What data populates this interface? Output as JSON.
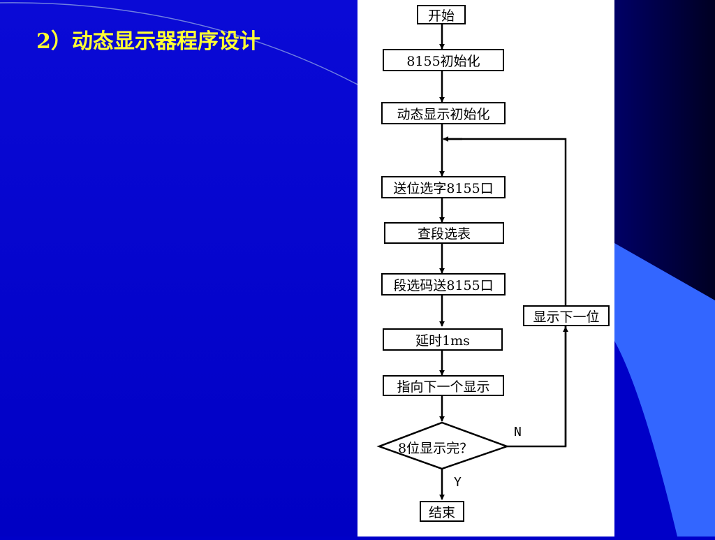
{
  "slide": {
    "title": "2）动态显示器程序设计"
  },
  "flowchart": {
    "start": "开始",
    "init_8155": "8155初始化",
    "init_display": "动态显示初始化",
    "send_bit_select": "送位选字8155口",
    "lookup_segment": "查段选表",
    "send_segment": "段选码送8155口",
    "delay": "延时1ms",
    "next_display": "指向下一个显示",
    "decision": "8位显示完？",
    "next_bit": "显示下一位",
    "label_no": "N",
    "label_yes": "Y",
    "end": "结束"
  },
  "colors": {
    "slide_bg": "#0000c8",
    "title": "#ffff33",
    "accent_light_blue": "#3366ff",
    "dark_navy": "#000033"
  }
}
